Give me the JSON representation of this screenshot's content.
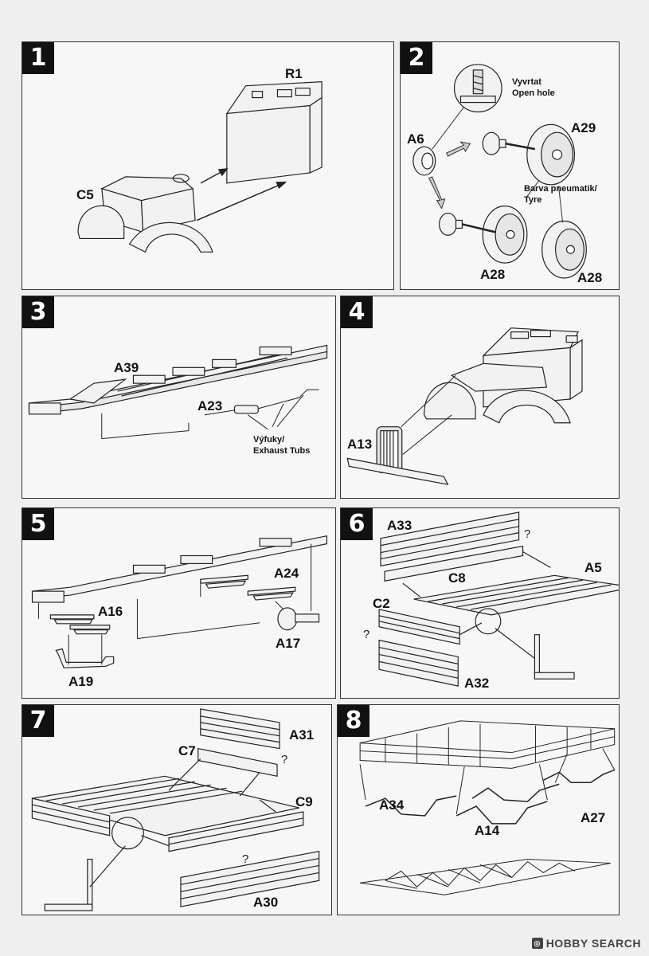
{
  "steps": [
    {
      "number": "1",
      "labels": {
        "r1": "R1",
        "c5": "C5"
      }
    },
    {
      "number": "2",
      "labels": {
        "a6": "A6",
        "a29": "A29",
        "a28_left": "A28",
        "a28_right": "A28"
      },
      "notes": {
        "drill_cz": "Vyvrtat",
        "drill_en": "Open hole",
        "tyre_cz": "Barva pneumatik/",
        "tyre_en": "Tyre"
      }
    },
    {
      "number": "3",
      "labels": {
        "a39": "A39",
        "a23": "A23"
      },
      "notes": {
        "exhaust_cz": "Výfuky/",
        "exhaust_en": "Exhaust Tubs"
      }
    },
    {
      "number": "4",
      "labels": {
        "a13": "A13"
      }
    },
    {
      "number": "5",
      "labels": {
        "a24": "A24",
        "a16": "A16",
        "a17": "A17",
        "a19": "A19"
      }
    },
    {
      "number": "6",
      "labels": {
        "a33": "A33",
        "c8": "C8",
        "a5": "A5",
        "c2": "C2",
        "a32": "A32"
      },
      "question": "?"
    },
    {
      "number": "7",
      "labels": {
        "a31": "A31",
        "c7": "C7",
        "c9": "C9",
        "a30": "A30"
      },
      "question": "?"
    },
    {
      "number": "8",
      "labels": {
        "a34": "A34",
        "a27": "A27",
        "a14": "A14"
      }
    }
  ],
  "watermark": {
    "icon": "hobby-search-logo-icon",
    "text": "HOBBY SEARCH"
  }
}
